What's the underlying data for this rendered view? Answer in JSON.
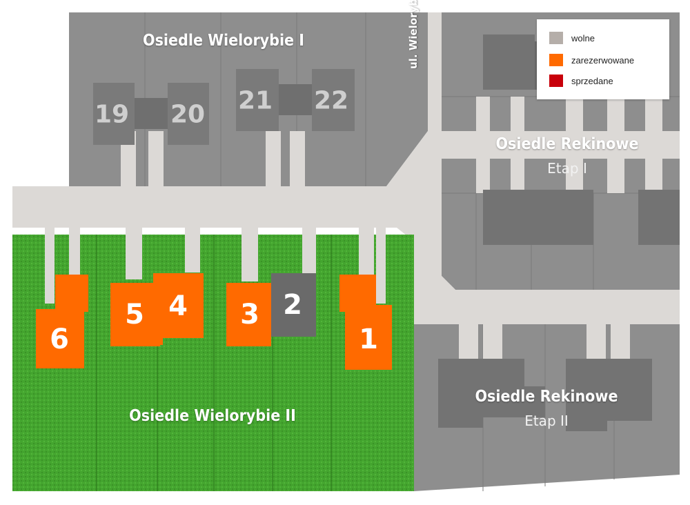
{
  "map": {
    "street": "ul. Wielorybia",
    "area_wi": "Osiedle Wielorybie I",
    "area_wii": "Osiedle Wielorybie II",
    "area_r1": {
      "name": "Osiedle Rekinowe",
      "stage": "Etap I"
    },
    "area_r2": {
      "name": "Osiedle Rekinowe",
      "stage": "Etap II"
    }
  },
  "lots": [
    {
      "number": "1",
      "status": "zarezerwowane"
    },
    {
      "number": "2",
      "status": "wolne"
    },
    {
      "number": "3",
      "status": "zarezerwowane"
    },
    {
      "number": "4",
      "status": "zarezerwowane"
    },
    {
      "number": "5",
      "status": "zarezerwowane"
    },
    {
      "number": "6",
      "status": "zarezerwowane"
    }
  ],
  "existing_houses": [
    "19",
    "20",
    "21",
    "22"
  ],
  "legend": [
    {
      "label": "wolne",
      "color": "#b5aea9"
    },
    {
      "label": "zarezerwowane",
      "color": "#ff6a00"
    },
    {
      "label": "sprzedane",
      "color": "#c8000a"
    }
  ],
  "colors": {
    "reserved": "#ff6a00",
    "free_house": "#6a6a6a",
    "grass": "#3f9e2b",
    "built_area": "#8c8c8c",
    "road": "#dcd9d6"
  }
}
